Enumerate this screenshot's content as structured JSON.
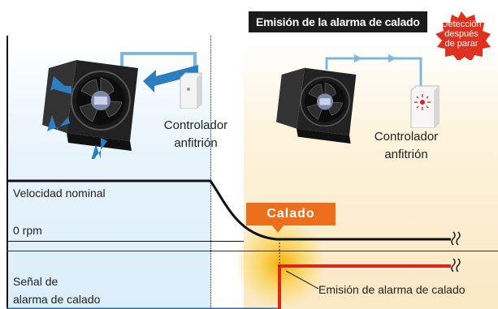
{
  "header": {
    "title": "Emisión de la alarma de calado",
    "badge_line1": "Detección",
    "badge_line2": "después",
    "badge_line3": "de parar"
  },
  "left_panel": {
    "controller_line1": "Controlador",
    "controller_line2": "anfitrión"
  },
  "right_panel": {
    "controller_line1": "Controlador",
    "controller_line2": "anfitrión"
  },
  "labels": {
    "rated_speed": "Velocidad nominal",
    "zero_rpm": "0 rpm",
    "signal_line1": "Señal de",
    "signal_line2": "alarma de calado",
    "stall_callout": "Calado",
    "alarm_emission": "Emisión de alarma de calado"
  },
  "colors": {
    "left_zone": "#dbeefa",
    "right_zone": "#fbe8c4",
    "callout": "#ec6f1e",
    "alarm_signal": "#e02418",
    "signal_line": "#2a6fb0",
    "airflow_arrow": "#2b7ec0",
    "badge": "#e0301e"
  },
  "icons": {
    "fan": "cooling-fan-icon",
    "controller": "controller-box-icon",
    "alarm": "alarm-light-icon",
    "signal_end": "squiggle-break-icon"
  }
}
